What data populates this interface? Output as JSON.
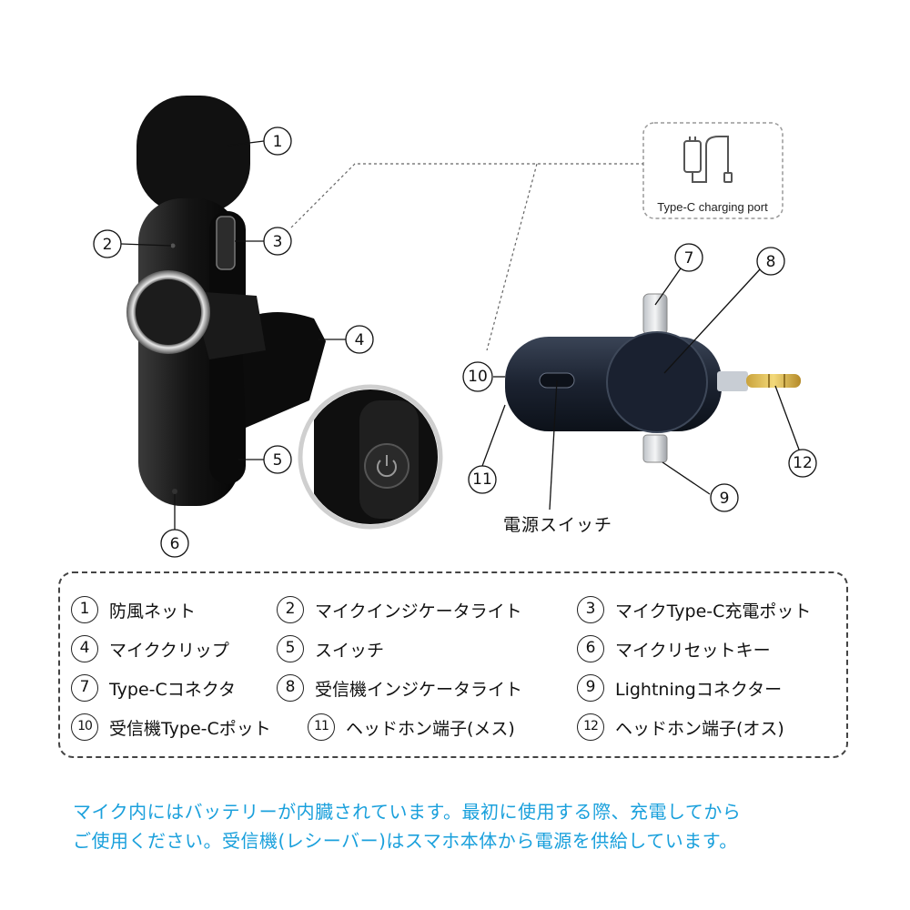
{
  "callouts": {
    "c1": "1",
    "c2": "2",
    "c3": "3",
    "c4": "4",
    "c5": "5",
    "c6": "6",
    "c7": "7",
    "c8": "8",
    "c9": "9",
    "c10": "10",
    "c11": "11",
    "c12": "12"
  },
  "charging_port_label": "Type-C charging port",
  "switch_label": "電源スイッチ",
  "legend": [
    [
      {
        "num": "1",
        "text": "防風ネット"
      },
      {
        "num": "2",
        "text": "マイクインジケータライト"
      },
      {
        "num": "3",
        "text": "マイクType-C充電ポット"
      }
    ],
    [
      {
        "num": "4",
        "text": "マイククリップ"
      },
      {
        "num": "5",
        "text": "スイッチ"
      },
      {
        "num": "6",
        "text": "マイクリセットキー"
      }
    ],
    [
      {
        "num": "7",
        "text": "Type-Cコネクタ"
      },
      {
        "num": "8",
        "text": "受信機インジケータライト"
      },
      {
        "num": "9",
        "text": "Lightningコネクター"
      }
    ],
    [
      {
        "num": "10",
        "text": "受信機Type-Cポット"
      },
      {
        "num": "11",
        "text": "ヘッドホン端子(メス)"
      },
      {
        "num": "12",
        "text": "ヘッドホン端子(オス)"
      }
    ]
  ],
  "note": [
    "マイク内にはバッテリーが内臓されています。最初に使用する際、充電してから",
    "ご使用ください。受信機(レシーバー)はスマホ本体から電源を供給しています。"
  ],
  "colors": {
    "note": "#1aa0dc",
    "device": "#111111",
    "receiver": "#1d2533"
  },
  "icons": [
    "power-icon",
    "charging-cable-icon"
  ]
}
